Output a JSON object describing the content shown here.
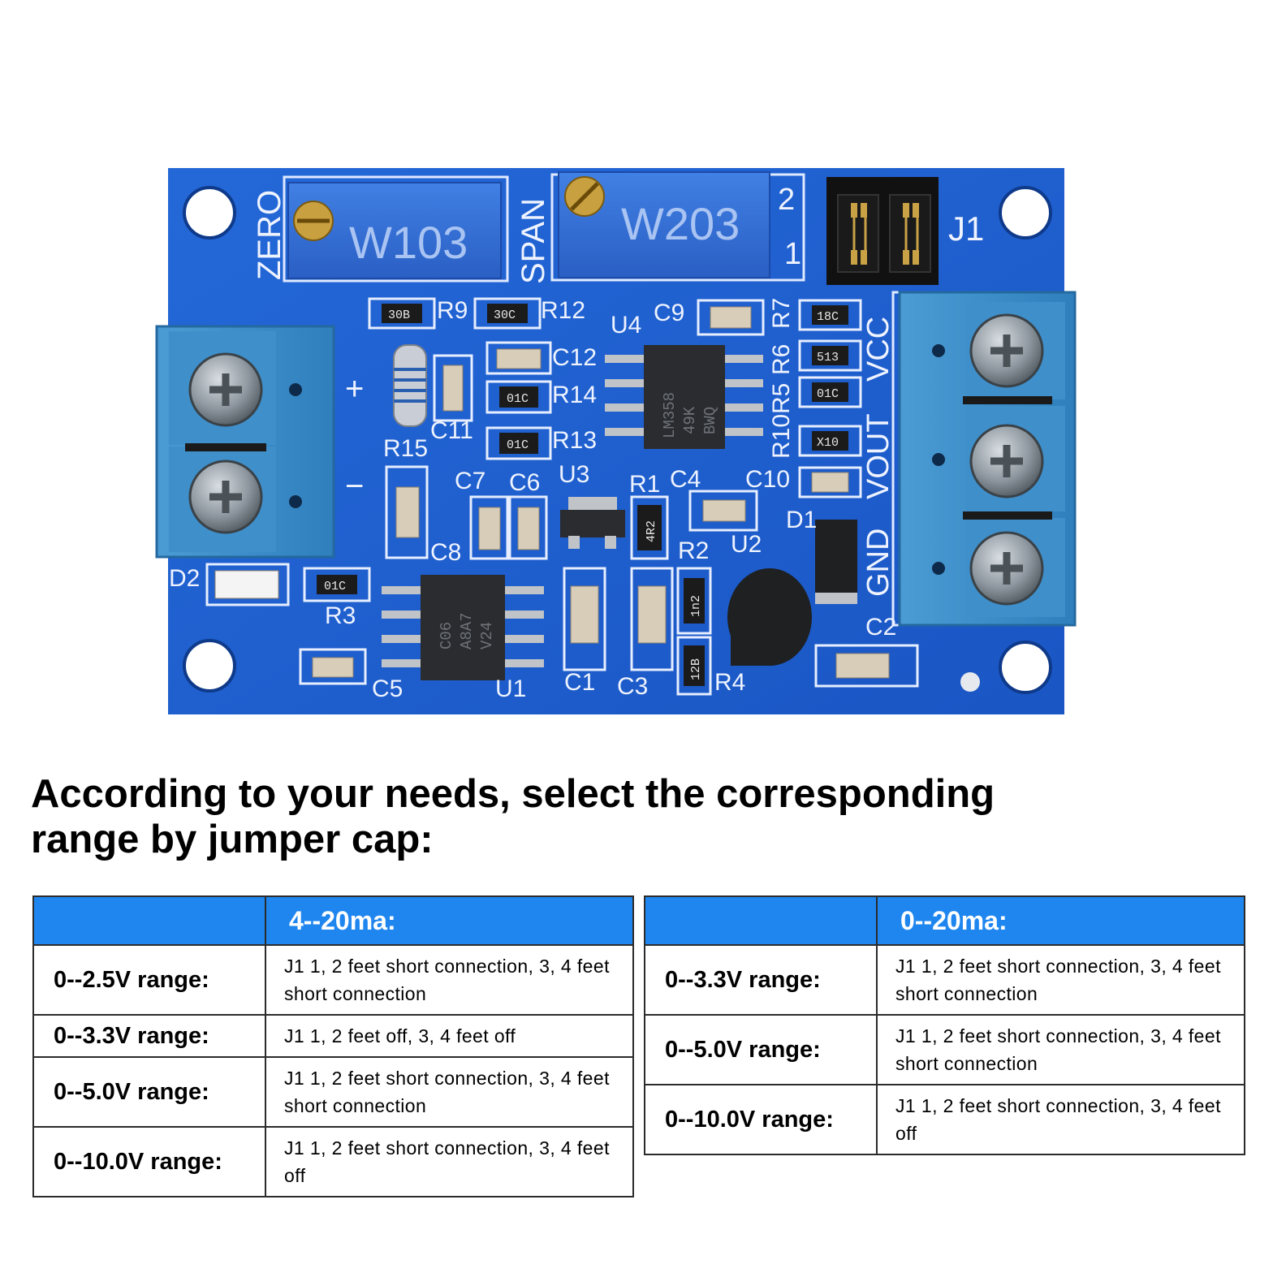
{
  "board": {
    "labels": {
      "zero": "ZERO",
      "span": "SPAN",
      "pot1": "W103",
      "pot2": "W203",
      "j1": "J1",
      "pin2": "2",
      "pin1": "1",
      "plus": "+",
      "minus": "−",
      "vcc": "VCC",
      "vout": "VOUT",
      "gnd": "GND",
      "r9": "R9",
      "r12": "R12",
      "u4": "U4",
      "c9": "C9",
      "r7": "R7",
      "c12": "C12",
      "r14": "R14",
      "r13": "R13",
      "r6": "R6",
      "r5": "R5",
      "r10": "R10",
      "c11": "C11",
      "r15": "R15",
      "c7": "C7",
      "c6": "C6",
      "u3": "U3",
      "r1": "R1",
      "c4": "C4",
      "c10": "C10",
      "d1": "D1",
      "r2": "R2",
      "u2": "U2",
      "c8": "C8",
      "d2": "D2",
      "r3": "R3",
      "c5": "C5",
      "u1": "U1",
      "c1": "C1",
      "c3": "C3",
      "r4": "R4",
      "c2": "C2",
      "chip_u4": [
        "LM358",
        "49K",
        "BWQ"
      ],
      "chip_u1": [
        "C06",
        "A8A7",
        "V24"
      ],
      "res_r9": "30B",
      "res_r12": "30C",
      "res_r14": "01C",
      "res_r13": "01C",
      "res_r7": "18C",
      "res_r6": "513",
      "res_r5": "01C",
      "res_r10": "X10",
      "res_r3": "01C",
      "res_r1": "4R2",
      "res_r2": "1n2",
      "res_r4": "12B"
    }
  },
  "heading": {
    "line1": "According to your needs, select the corresponding",
    "line2": "range by jumper cap:"
  },
  "table_4_20": {
    "header": "4--20ma:",
    "rows": [
      {
        "range": "0--2.5V range:",
        "setting": "J1 1, 2 feet short connection, 3, 4 feet short connection"
      },
      {
        "range": "0--3.3V range:",
        "setting": "J1 1, 2 feet off, 3, 4 feet off"
      },
      {
        "range": "0--5.0V range:",
        "setting": "J1 1, 2 feet short connection, 3, 4 feet short connection"
      },
      {
        "range": "0--10.0V range:",
        "setting": "J1 1, 2 feet short connection, 3, 4 feet off"
      }
    ]
  },
  "table_0_20": {
    "header": "0--20ma:",
    "rows": [
      {
        "range": "0--3.3V range:",
        "setting": "J1 1, 2 feet short connection, 3, 4 feet short connection"
      },
      {
        "range": "0--5.0V range:",
        "setting": "J1 1, 2 feet short connection, 3, 4 feet short connection"
      },
      {
        "range": "0--10.0V range:",
        "setting": "J1 1, 2 feet short connection, 3, 4 feet off"
      }
    ]
  },
  "colors": {
    "pcb": "#1d5fd0",
    "pcb_edge": "#1447a8",
    "silk": "#e8f0ff",
    "terminal": "#3d8fc9",
    "pot": "#3570d8",
    "chip": "#222426",
    "header_fill": "#1f86ef"
  }
}
